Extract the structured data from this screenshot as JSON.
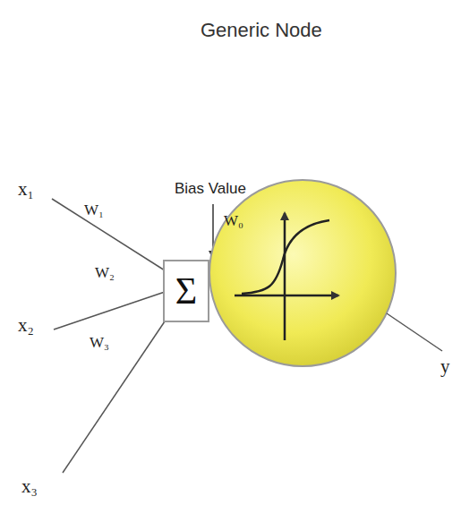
{
  "diagram": {
    "title": "Generic Node",
    "nodes": [
      {
        "text": [
          "Σ"
        ]
      }
    ],
    "labels": [
      "Bias Value",
      "W₀",
      "x₁",
      "W₁",
      "W₂",
      "x₂",
      "W₃",
      "x₃",
      "y"
    ]
  }
}
